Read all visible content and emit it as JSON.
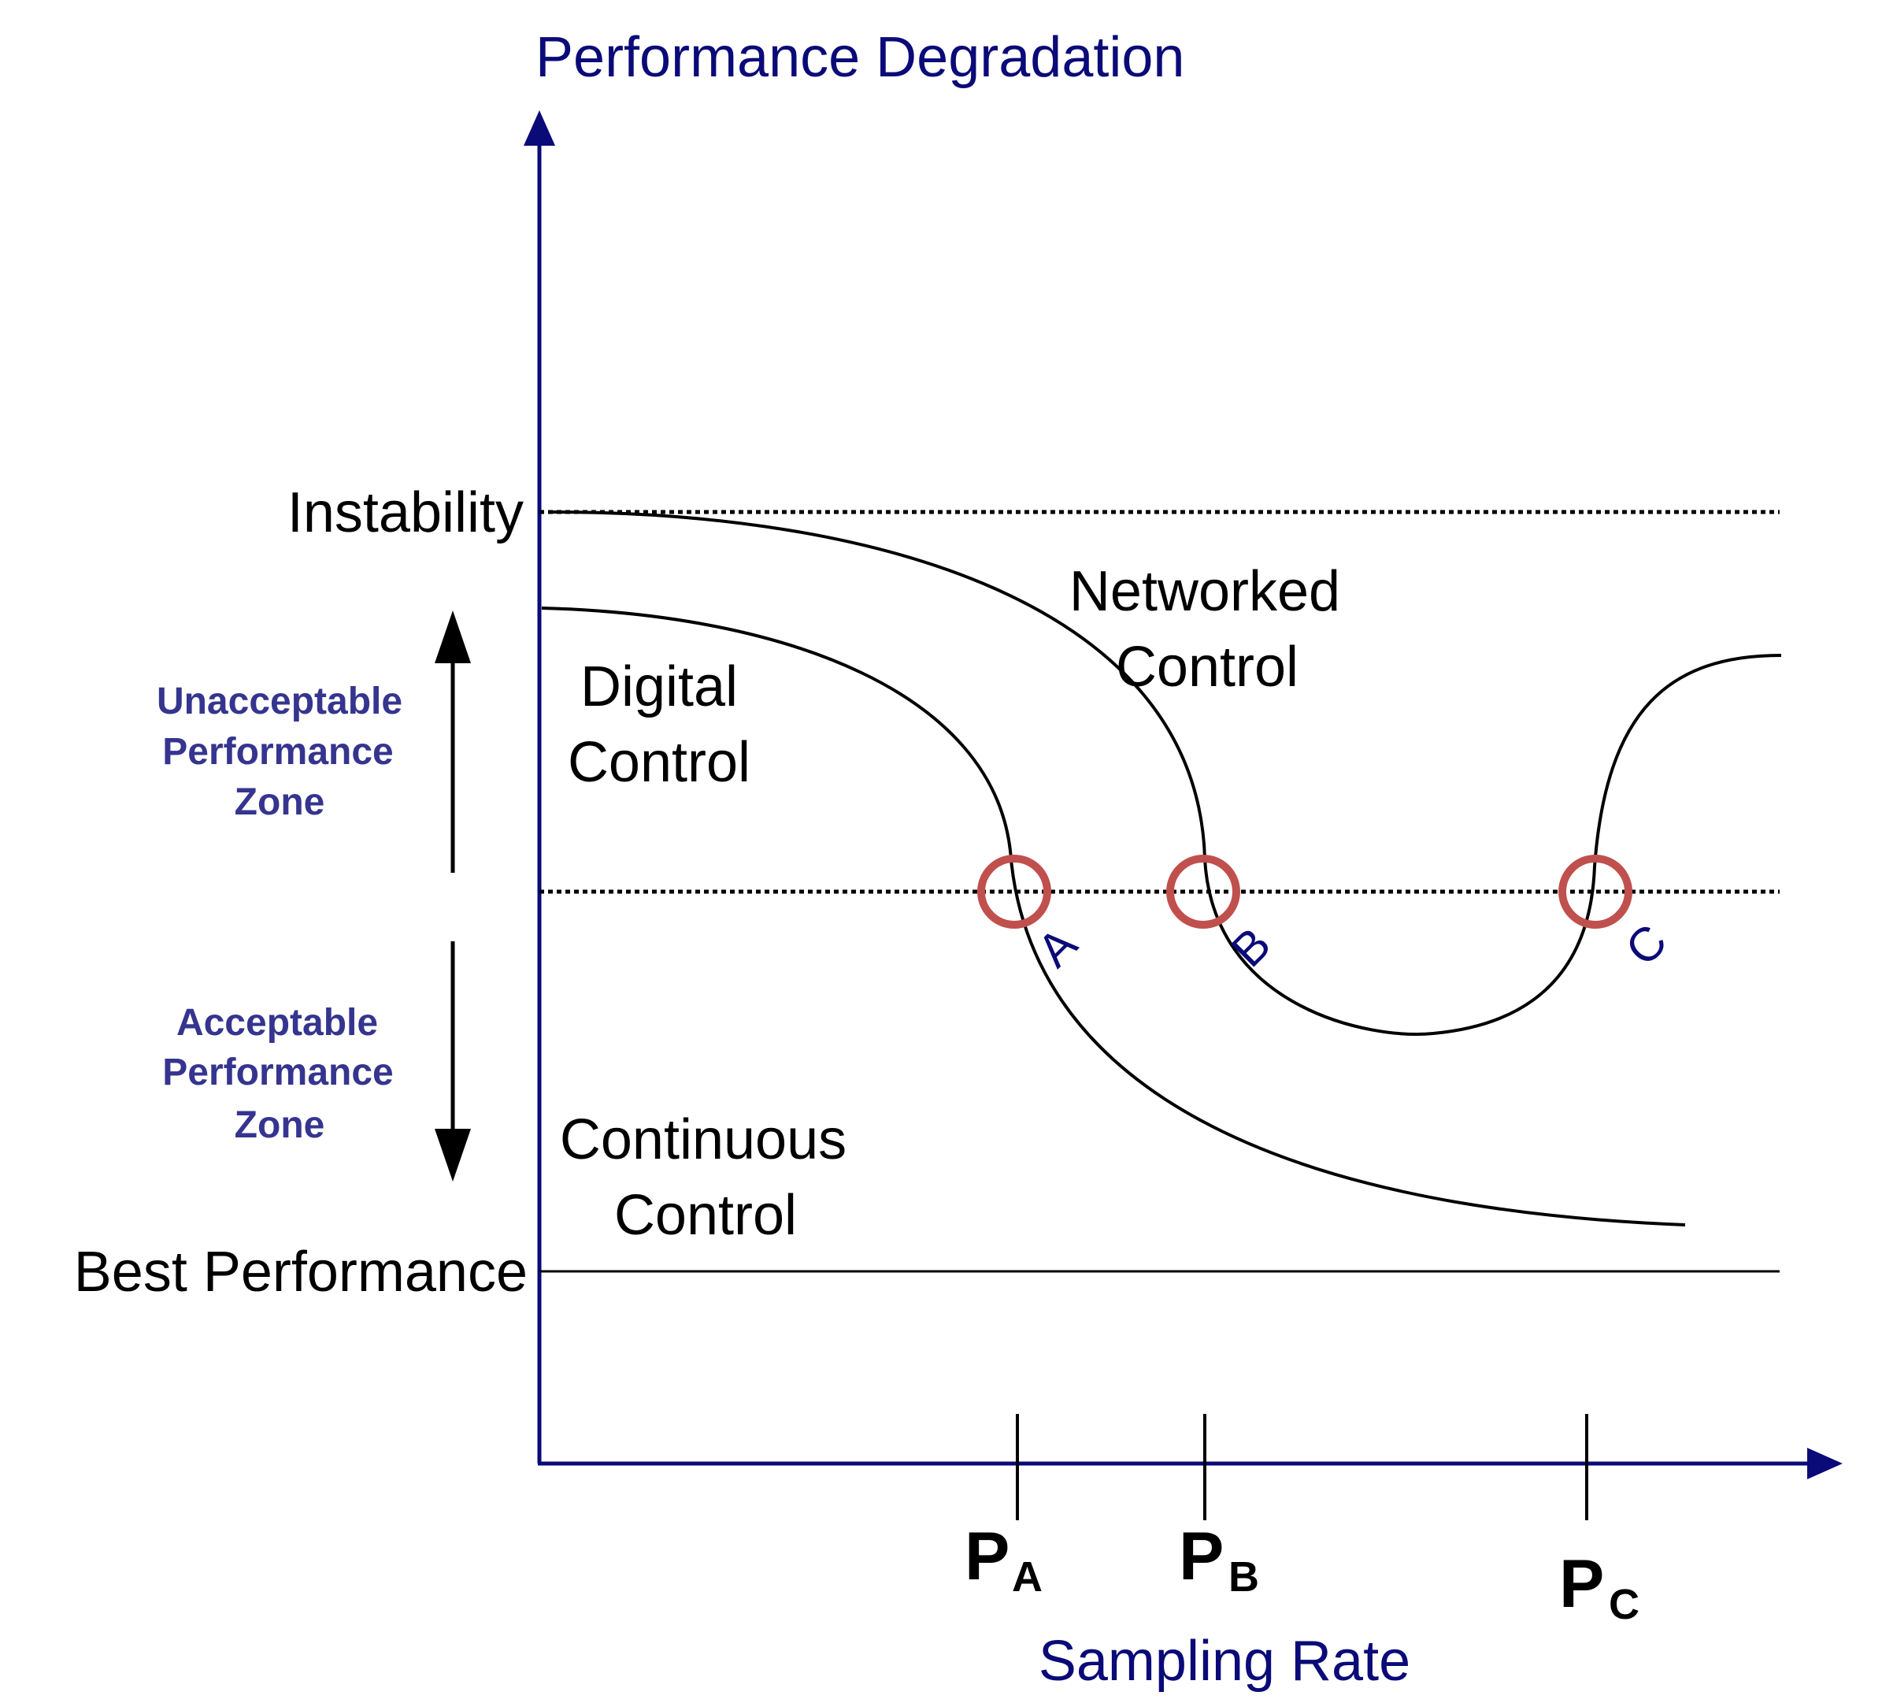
{
  "axes": {
    "y_title": "Performance Degradation",
    "x_title": "Sampling Rate",
    "color": "#0a0a78"
  },
  "levels": {
    "instability": "Instability",
    "best_performance": "Best Performance"
  },
  "zones": {
    "unacceptable": [
      "Unacceptable",
      "Performance",
      "Zone"
    ],
    "acceptable": [
      "Acceptable",
      "Performance",
      "Zone"
    ],
    "color": "#35358f"
  },
  "curves": {
    "networked": [
      "Networked",
      "Control"
    ],
    "digital": [
      "Digital",
      "Control"
    ],
    "continuous": [
      "Continuous",
      "Control"
    ]
  },
  "points": {
    "a": "A",
    "b": "B",
    "c": "C",
    "marker_color": "#c0504d"
  },
  "ticks": [
    {
      "main": "P",
      "sub": "A"
    },
    {
      "main": "P",
      "sub": "B"
    },
    {
      "main": "P",
      "sub": "C"
    }
  ]
}
